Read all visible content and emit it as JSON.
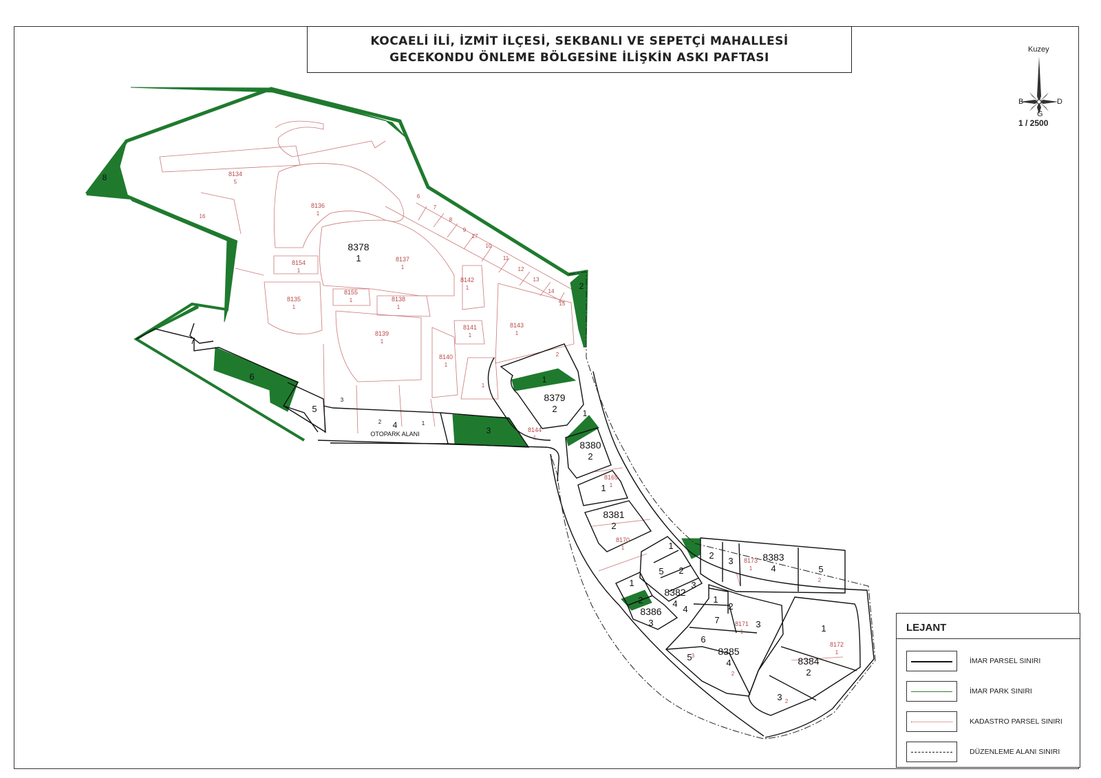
{
  "title": {
    "line1": "KOCAELİ İLİ, İZMİT İLÇESİ, SEKBANLI VE SEPETÇİ MAHALLESİ",
    "line2": "GECEKONDU ÖNLEME BÖLGESİNE İLİŞKİN ASKI PAFTASI"
  },
  "north_arrow": {
    "label": "Kuzey",
    "west": "B",
    "east": "D",
    "south": "G"
  },
  "scale": "1 / 2500",
  "legend": {
    "title": "LEJANT",
    "items": [
      {
        "label": "İMAR PARSEL SINIRI",
        "color": "#111111",
        "style": "solid"
      },
      {
        "label": "İMAR PARK SINIRI",
        "color": "#2e7d32",
        "style": "solid"
      },
      {
        "label": "KADASTRO PARSEL SINIRI",
        "color": "#c0504d",
        "style": "thin"
      },
      {
        "label": "DÜZENLEME ALANI SINIRI",
        "color": "#111111",
        "style": "dashdot"
      }
    ]
  },
  "colors": {
    "park": "#1f7a2e",
    "cadastre": "#b84a4a",
    "boundary": "#111111"
  },
  "map": {
    "blocks": [
      {
        "label": "8378",
        "sub": "1"
      },
      {
        "label": "8379",
        "sub": "2"
      },
      {
        "label": "8380",
        "sub": "2"
      },
      {
        "label": "8381",
        "sub": "2"
      },
      {
        "label": "8382",
        "sub": "4"
      },
      {
        "label": "8383",
        "sub": "4"
      },
      {
        "label": "8384",
        "sub": "2"
      },
      {
        "label": "8385",
        "sub": "4"
      },
      {
        "label": "8386",
        "sub": "3"
      }
    ],
    "otopark_label": "OTOPARK ALANI",
    "cadastre_labels": [
      {
        "label": "8134",
        "sub": "5"
      },
      {
        "label": "8136",
        "sub": "1"
      },
      {
        "label": "8137",
        "sub": "1"
      },
      {
        "label": "8154",
        "sub": "1"
      },
      {
        "label": "8135",
        "sub": "1"
      },
      {
        "label": "8155",
        "sub": "1"
      },
      {
        "label": "8138",
        "sub": "1"
      },
      {
        "label": "8142",
        "sub": "1"
      },
      {
        "label": "8139",
        "sub": "1"
      },
      {
        "label": "8141",
        "sub": "1"
      },
      {
        "label": "8143",
        "sub": "1"
      },
      {
        "label": "8140",
        "sub": "1"
      },
      {
        "label": "8144",
        "sub": "1"
      },
      {
        "label": "8169",
        "sub": "1"
      },
      {
        "label": "8170",
        "sub": "1"
      },
      {
        "label": "8173",
        "sub": "1"
      },
      {
        "label": "8171",
        "sub": "1"
      },
      {
        "label": "8172",
        "sub": "1"
      }
    ],
    "parcel_numbers": [
      "8",
      "16",
      "6",
      "7",
      "8",
      "9",
      "17",
      "10",
      "11",
      "12",
      "13",
      "14",
      "15",
      "2",
      "7",
      "6",
      "5",
      "3",
      "2",
      "4",
      "1",
      "3",
      "2",
      "1",
      "1",
      "1",
      "1",
      "1",
      "2",
      "3",
      "5",
      "1",
      "5",
      "2",
      "3",
      "1",
      "2",
      "1",
      "2",
      "7",
      "3",
      "6",
      "5",
      "3",
      "1",
      "2",
      "3",
      "2",
      "4",
      "2"
    ]
  }
}
